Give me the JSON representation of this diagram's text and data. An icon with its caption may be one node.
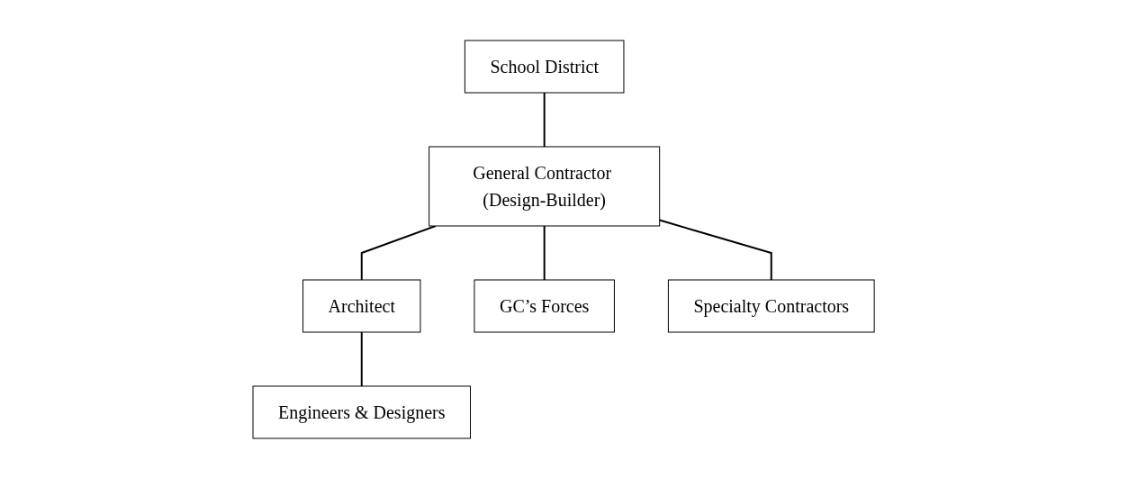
{
  "diagram": {
    "nodes": [
      {
        "text": [
          "School District"
        ]
      },
      {
        "text": [
          "General Contractor (Design-Builder)"
        ]
      },
      {
        "text": [
          "Architect"
        ]
      },
      {
        "text": [
          "GC’s Forces"
        ]
      },
      {
        "text": [
          "Specialty Contractors"
        ]
      },
      {
        "text": [
          "Engineers & Designers"
        ]
      }
    ],
    "edges": [
      {
        "from": 0,
        "to": 1,
        "arrow": "none"
      },
      {
        "from": 1,
        "to": 2,
        "arrow": "none"
      },
      {
        "from": 1,
        "to": 3,
        "arrow": "none"
      },
      {
        "from": 1,
        "to": 4,
        "arrow": "none"
      },
      {
        "from": 2,
        "to": 5,
        "arrow": "none"
      }
    ]
  }
}
